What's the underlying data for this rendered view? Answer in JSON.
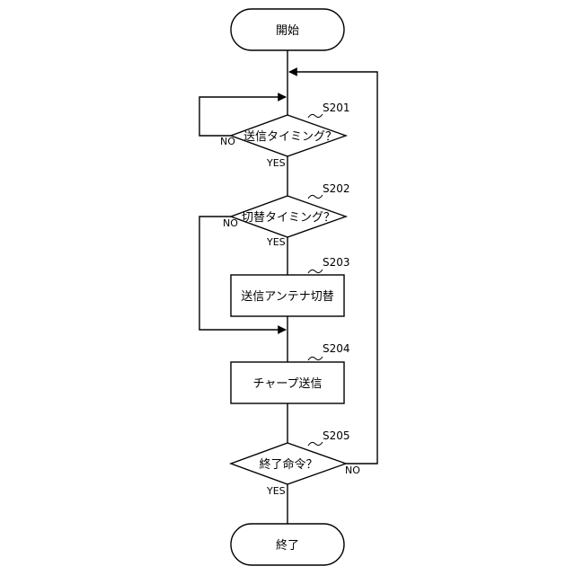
{
  "flowchart": {
    "start": "開始",
    "end": "終了",
    "steps": {
      "s201": {
        "id": "S201",
        "text": "送信タイミング？"
      },
      "s202": {
        "id": "S202",
        "text": "切替タイミング？"
      },
      "s203": {
        "id": "S203",
        "text": "送信アンテナ切替"
      },
      "s204": {
        "id": "S204",
        "text": "チャープ送信"
      },
      "s205": {
        "id": "S205",
        "text": "終了命令？"
      }
    },
    "branch_labels": {
      "s201_no": "NO",
      "s201_yes": "YES",
      "s202_no": "NO",
      "s202_yes": "YES",
      "s205_no": "NO",
      "s205_yes": "YES"
    }
  }
}
